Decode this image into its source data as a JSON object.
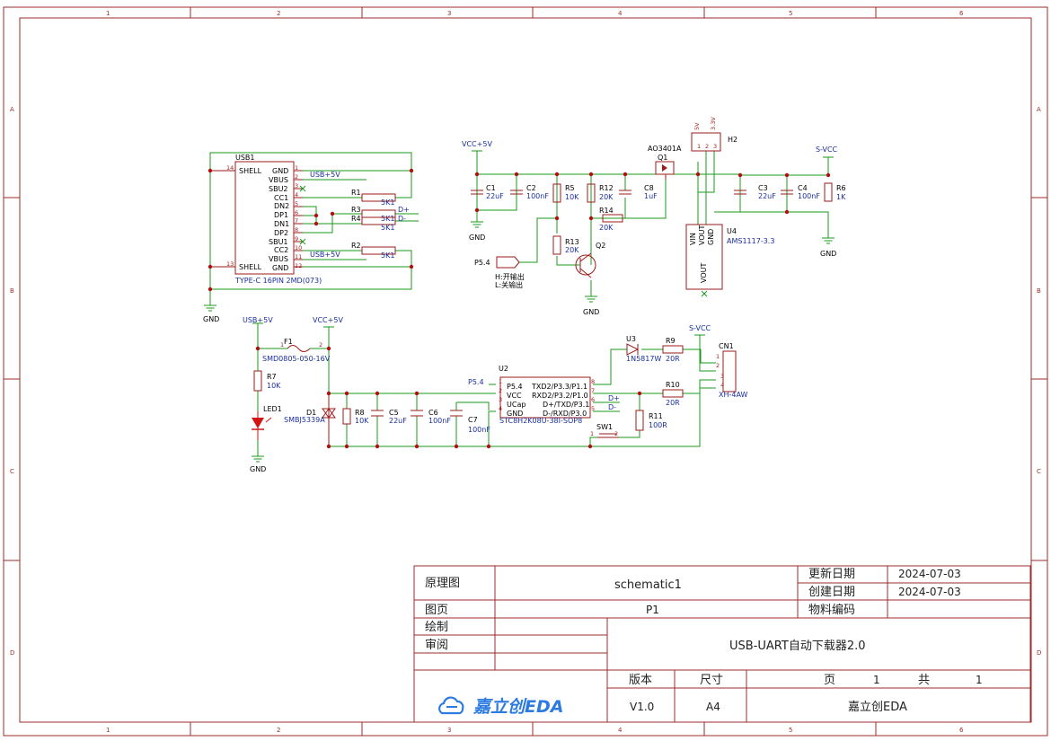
{
  "border": {
    "cols": [
      "1",
      "2",
      "3",
      "4",
      "5",
      "6"
    ],
    "rows": [
      "A",
      "B",
      "C",
      "D"
    ]
  },
  "title_block": {
    "label_schematic": "原理图",
    "schematic_name": "schematic1",
    "label_updated": "更新日期",
    "updated_date": "2024-07-03",
    "label_created": "创建日期",
    "created_date": "2024-07-03",
    "label_page": "图页",
    "page_name": "P1",
    "label_material": "物料编码",
    "material_code": "",
    "label_drawn": "绘制",
    "label_review": "审阅",
    "project_title": "USB-UART自动下载器2.0",
    "label_version": "版本",
    "label_size": "尺寸",
    "label_pg": "页",
    "page_no": "1",
    "label_total": "共",
    "page_total": "1",
    "logo_text": "嘉立创EDA",
    "version": "V1.0",
    "size": "A4",
    "company": "嘉立创EDA"
  },
  "parts": {
    "usb1": {
      "ref": "USB1",
      "value": "TYPE-C 16PIN 2MD(073)",
      "left_pins": [
        "SHELL",
        "SHELL"
      ],
      "left_nums": [
        "14",
        "13"
      ],
      "right_pins": [
        "GND",
        "VBUS",
        "SBU2",
        "CC1",
        "DN2",
        "DP1",
        "DN1",
        "DP2",
        "SBU1",
        "CC2",
        "VBUS",
        "GND"
      ],
      "right_nums": [
        "1",
        "2",
        "3",
        "4",
        "5",
        "6",
        "7",
        "8",
        "9",
        "10",
        "11",
        "12"
      ]
    },
    "r1": {
      "ref": "R1",
      "value": "5K1"
    },
    "r2": {
      "ref": "R2",
      "value": "5K1"
    },
    "r3": {
      "ref": "R3",
      "value": "5K1"
    },
    "r4": {
      "ref": "R4",
      "value": "5K1"
    },
    "c1": {
      "ref": "C1",
      "value": "22uF"
    },
    "c2": {
      "ref": "C2",
      "value": "100nF"
    },
    "r5": {
      "ref": "R5",
      "value": "10K"
    },
    "r12": {
      "ref": "R12",
      "value": "20K"
    },
    "c8": {
      "ref": "C8",
      "value": "1uF"
    },
    "r14": {
      "ref": "R14",
      "value": "20K"
    },
    "r13": {
      "ref": "R13",
      "value": "20K"
    },
    "q1": {
      "ref": "Q1",
      "value": "AO3401A"
    },
    "q2": {
      "ref": "Q2",
      "value": ""
    },
    "h2": {
      "ref": "H2",
      "pin_a": "5V",
      "pin_b": "3.3V",
      "nums": [
        "1",
        "2",
        "3"
      ]
    },
    "u4": {
      "ref": "U4",
      "value": "AMS1117-3.3",
      "pins": [
        "VIN",
        "VOUT",
        "GND",
        "VOUT"
      ]
    },
    "c3": {
      "ref": "C3",
      "value": "22uF"
    },
    "c4": {
      "ref": "C4",
      "value": "100nF"
    },
    "r6": {
      "ref": "R6",
      "value": "1K"
    },
    "f1": {
      "ref": "F1",
      "value": "SMD0805-050-16V"
    },
    "r7": {
      "ref": "R7",
      "value": "10K"
    },
    "led1": {
      "ref": "LED1",
      "value": ""
    },
    "d1": {
      "ref": "D1",
      "value": "SMBJ5339A"
    },
    "r8": {
      "ref": "R8",
      "value": "10K"
    },
    "c5": {
      "ref": "C5",
      "value": "22uF"
    },
    "c6": {
      "ref": "C6",
      "value": "100nF"
    },
    "c7": {
      "ref": "C7",
      "value": "100nF"
    },
    "u2": {
      "ref": "U2",
      "value": "STC8H2K08U-38I-SOP8",
      "left_pins": [
        "P5.4",
        "VCC",
        "UCap",
        "GND"
      ],
      "left_nums": [
        "1",
        "2",
        "3",
        "4"
      ],
      "right_pins": [
        "TXD2/P3.3/P1.1",
        "RXD2/P3.2/P1.0",
        "D+/TXD/P3.1",
        "D-/RXD/P3.0"
      ],
      "right_nums": [
        "8",
        "7",
        "6",
        "5"
      ]
    },
    "u3": {
      "ref": "U3",
      "value": "1N5817W"
    },
    "r9": {
      "ref": "R9",
      "value": "20R"
    },
    "r10": {
      "ref": "R10",
      "value": "20R"
    },
    "r11": {
      "ref": "R11",
      "value": "100R"
    },
    "sw1": {
      "ref": "SW1",
      "value": "",
      "nums": [
        "1",
        "2"
      ]
    },
    "cn1": {
      "ref": "CN1",
      "value": "XH-4AW",
      "nums": [
        "1",
        "2",
        "3",
        "4"
      ]
    }
  },
  "nets": {
    "usb5v": "USB+5V",
    "vcc5v": "VCC+5V",
    "svcc": "S-VCC",
    "gnd": "GND",
    "dp": "D+",
    "dm": "D-",
    "p54": "P5.4"
  },
  "notes": {
    "p54_high": "H:开输出",
    "p54_low": "L:关输出"
  }
}
